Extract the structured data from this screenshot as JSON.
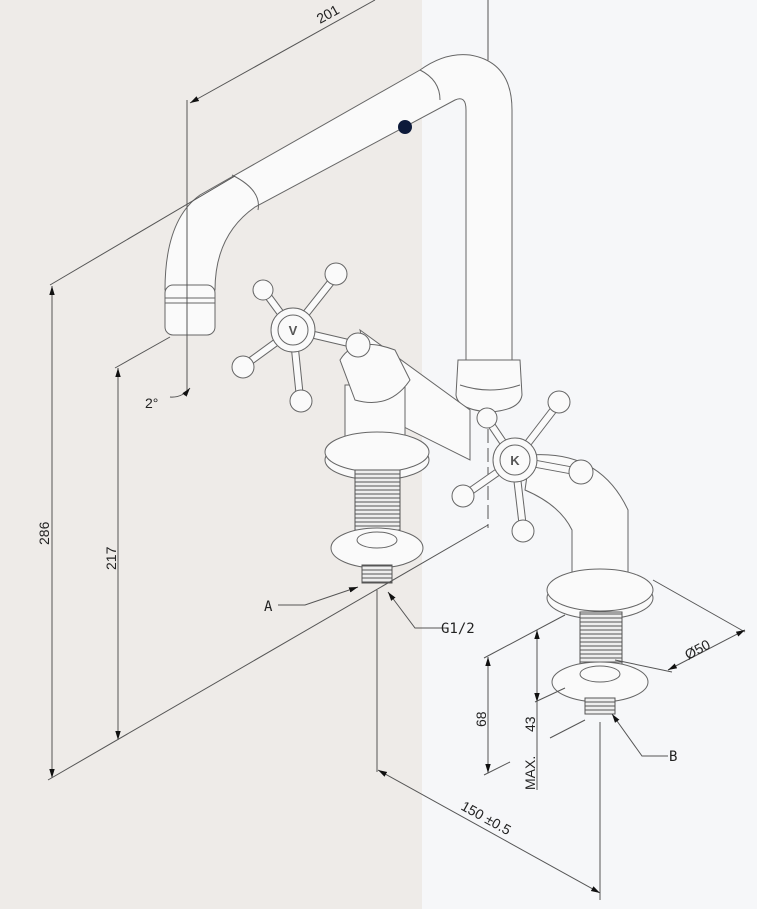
{
  "dimensions": {
    "spout_reach": "201",
    "total_height": "286",
    "spout_height": "217",
    "spout_angle": "2°",
    "centers": "150 ±0.5",
    "shank_length": "68",
    "max_thickness": "43",
    "max_label": "MAX.",
    "flange_diameter": "Ø50"
  },
  "callouts": {
    "a": "A",
    "b": "B",
    "thread": "G1/2"
  },
  "handles": {
    "left": "V",
    "right": "K"
  },
  "colors": {
    "wall": "#eeebe8",
    "background": "#f6f7f9",
    "marker": "#0d1a3a"
  }
}
